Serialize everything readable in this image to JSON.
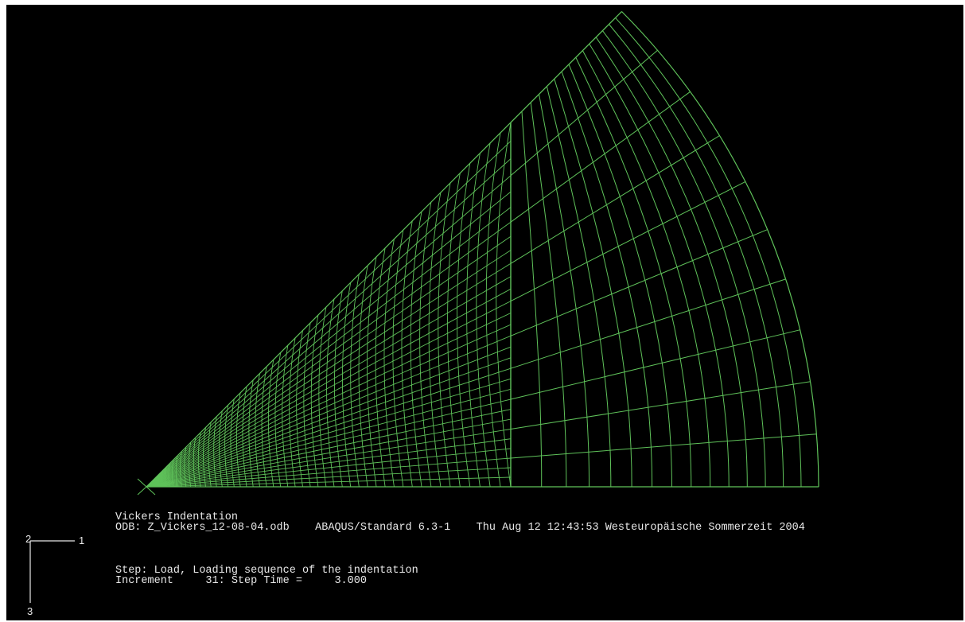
{
  "viewport": {
    "background": "#000000",
    "mesh_color": "#5fc25a",
    "text_color": "#e8e8e8"
  },
  "model": {
    "shape": "quarter-sector mesh (wedge) with origin marker",
    "wedge_angle_deg": 45,
    "fine_zone_rings": 56,
    "fine_zone_rays": 30,
    "coarse_zone_rings": 15,
    "coarse_zone_rays": 10,
    "origin_marker": "x-marker-icon"
  },
  "title_block": {
    "title": "Vickers Indentation",
    "odb_line": "ODB: Z_Vickers_12-08-04.odb    ABAQUS/Standard 6.3-1    Thu Aug 12 12:43:53 Westeuropäische Sommerzeit 2004"
  },
  "step_block": {
    "step_line": "Step: Load, Loading sequence of the indentation",
    "increment_line": "Increment     31: Step Time =     3.000"
  },
  "triad": {
    "axis_x_label": "1",
    "axis_y_label": "2",
    "axis_z_label": "3"
  }
}
